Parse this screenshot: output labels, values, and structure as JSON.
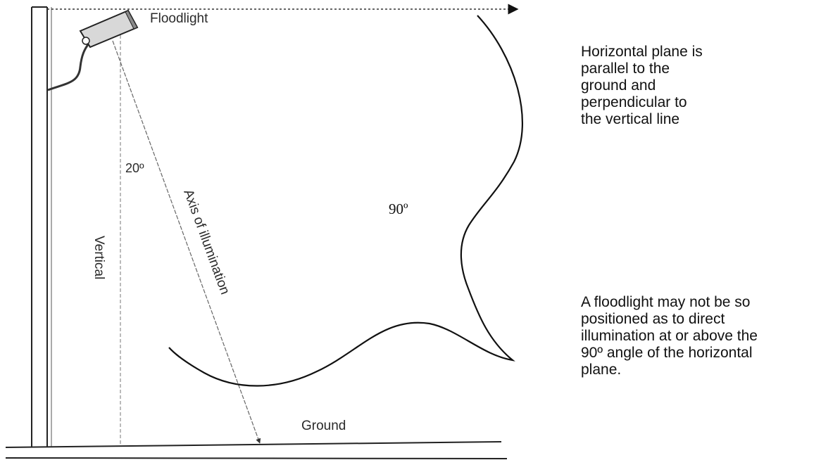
{
  "diagram": {
    "labels": {
      "floodlight": "Floodlight",
      "angle_small": "20º",
      "angle_large": "90º",
      "vertical": "Vertical",
      "axis": "Axis of illumination",
      "ground": "Ground"
    },
    "notes": {
      "horizontal_plane": [
        "Horizontal plane is",
        "parallel to the",
        "ground and",
        "perpendicular to",
        "the vertical line"
      ],
      "floodlight_rule": [
        "A floodlight may not be so",
        "positioned as to direct",
        "illumination at or above the",
        "90º angle of the horizontal",
        "plane."
      ]
    }
  }
}
